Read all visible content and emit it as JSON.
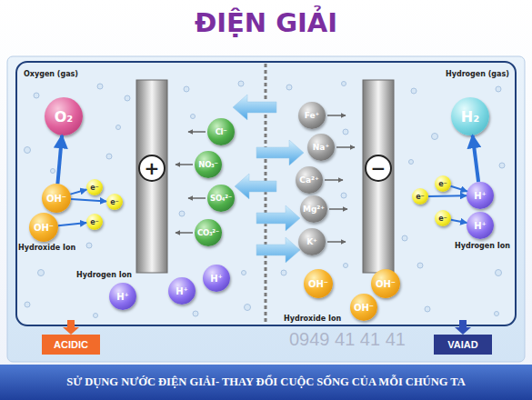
{
  "diagram": {
    "title": "ĐIỆN GIẢI",
    "caption": "SỬ DỤNG NƯỚC ĐIỆN GIẢI- THAY ĐỔI CUỘC SỐNG CỦA MỖI CHÚNG TA",
    "nodes": [
      {
        "text": [
          "O₂"
        ]
      },
      {
        "text": [
          "OH⁻"
        ]
      },
      {
        "text": [
          "OH⁻"
        ]
      },
      {
        "text": [
          "e⁻"
        ]
      },
      {
        "text": [
          "e⁻"
        ]
      },
      {
        "text": [
          "e⁻"
        ]
      },
      {
        "text": [
          "+"
        ]
      },
      {
        "text": [
          "H⁺"
        ]
      },
      {
        "text": [
          "H⁺"
        ]
      },
      {
        "text": [
          "H⁺"
        ]
      },
      {
        "text": [
          "Cl⁻"
        ]
      },
      {
        "text": [
          "NO₃⁻"
        ]
      },
      {
        "text": [
          "SO₄²⁻"
        ]
      },
      {
        "text": [
          "CO₃²⁻"
        ]
      },
      {
        "text": [
          "Fe⁺"
        ]
      },
      {
        "text": [
          "Na⁺"
        ]
      },
      {
        "text": [
          "Ca²⁺"
        ]
      },
      {
        "text": [
          "Mg²⁺"
        ]
      },
      {
        "text": [
          "K⁺"
        ]
      },
      {
        "text": [
          "−"
        ]
      },
      {
        "text": [
          "OH⁻"
        ]
      },
      {
        "text": [
          "OH⁻"
        ]
      },
      {
        "text": [
          "OH⁻"
        ]
      },
      {
        "text": [
          "H₂"
        ]
      },
      {
        "text": [
          "e⁻"
        ]
      },
      {
        "text": [
          "e⁻"
        ]
      },
      {
        "text": [
          "e⁻"
        ]
      },
      {
        "text": [
          "H⁺"
        ]
      },
      {
        "text": [
          "H⁺"
        ]
      },
      {
        "text": [
          "ACIDIC"
        ]
      },
      {
        "text": [
          "VAIAD"
        ]
      }
    ],
    "edges": [
      {
        "from": 1,
        "to": 0,
        "arrow": "to"
      },
      {
        "from": 1,
        "to": 3,
        "arrow": "to"
      },
      {
        "from": 1,
        "to": 4,
        "arrow": "to"
      },
      {
        "from": 2,
        "to": 5,
        "arrow": "to"
      },
      {
        "from": 24,
        "to": 27,
        "arrow": "to"
      },
      {
        "from": 25,
        "to": 27,
        "arrow": "to"
      },
      {
        "from": 26,
        "to": 28,
        "arrow": "to"
      },
      {
        "from": 27,
        "to": 23,
        "arrow": "to"
      }
    ],
    "labels": [
      "Oxygen (gas)",
      "Hydroxide Ion",
      "Hydrogen Ion",
      "Hydroxide Ion",
      "Hydrogen (gas)",
      "Hydrogen Ion",
      "0949 41 41 41"
    ]
  }
}
